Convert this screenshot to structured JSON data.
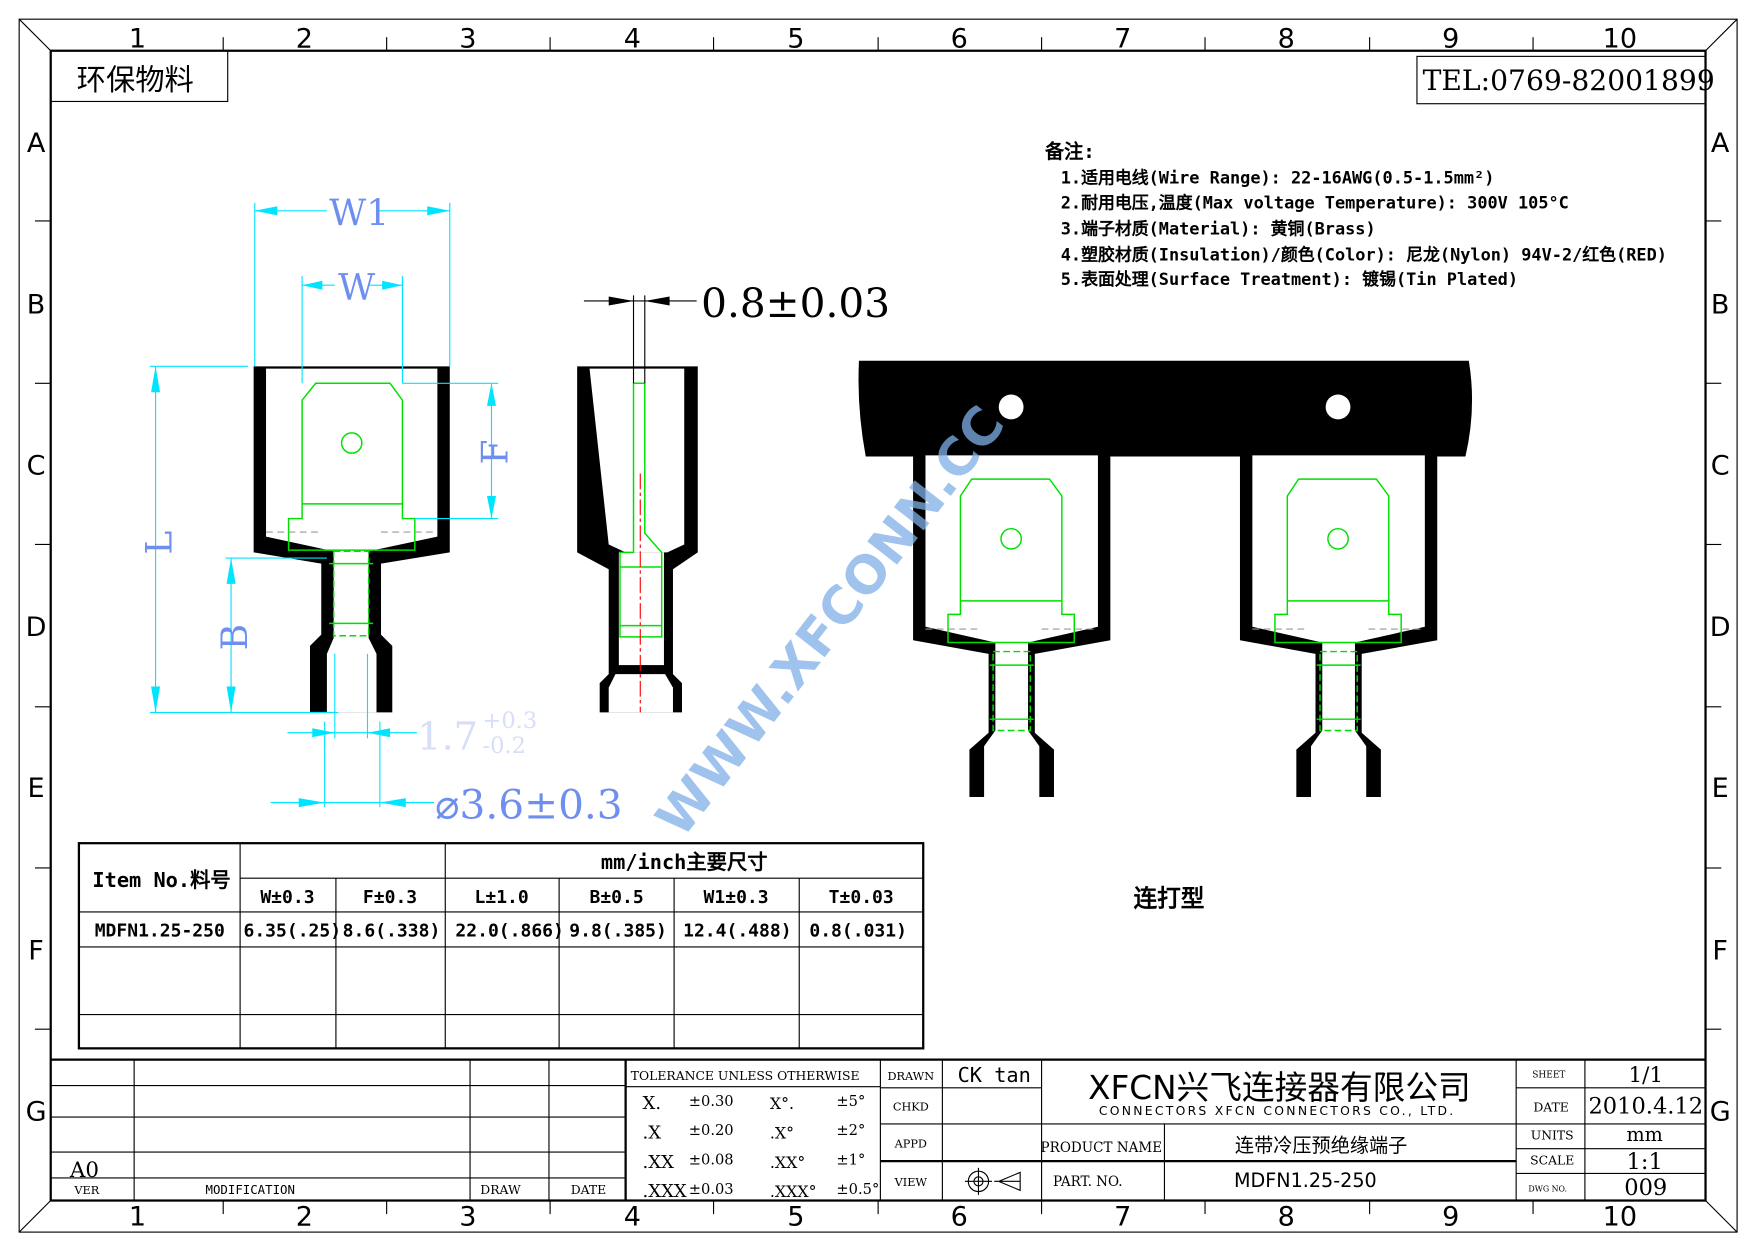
{
  "frame": {
    "columns": [
      "1",
      "2",
      "3",
      "4",
      "5",
      "6",
      "7",
      "8",
      "9",
      "10"
    ],
    "rows": [
      "A",
      "B",
      "C",
      "D",
      "E",
      "F",
      "G"
    ]
  },
  "eco_label": "环保物料",
  "tel": "TEL:0769-82001899",
  "notes": {
    "title": "备注:",
    "items": [
      "1.适用电线(Wire Range): 22-16AWG(0.5-1.5mm²)",
      "2.耐用电压,温度(Max voltage Temperature): 300V 105°C",
      "3.端子材质(Material): 黄铜(Brass)",
      "4.塑胶材质(Insulation)/颜色(Color): 尼龙(Nylon) 94V-2/红色(RED)",
      "5.表面处理(Surface Treatment): 镀锡(Tin Plated)"
    ]
  },
  "dimensions": {
    "w1": "W1",
    "w": "W",
    "f": "F",
    "l": "L",
    "b": "B",
    "thickness": "0.8±0.03",
    "hole": "1.7",
    "hole_tol_plus": "+0.3",
    "hole_tol_minus": "-0.2",
    "diameter": "⌀3.6±0.3"
  },
  "watermark": "WWW.XFCONN.CC",
  "strip_label": "连打型",
  "spec_table": {
    "item_header": "Item No.料号",
    "group_header": "mm/inch主要尺寸",
    "columns": [
      "W±0.3",
      "F±0.3",
      "L±1.0",
      "B±0.5",
      "W1±0.3",
      "T±0.03"
    ],
    "rows": [
      {
        "item": "MDFN1.25-250",
        "values": [
          "6.35(.25)",
          "8.6(.338)",
          "22.0(.866)",
          "9.8(.385)",
          "12.4(.488)",
          "0.8(.031)"
        ]
      }
    ]
  },
  "title_block": {
    "revision": {
      "ver_value": "A0",
      "ver": "VER",
      "modification": "MODIFICATION",
      "draw": "DRAW",
      "date": "DATE"
    },
    "tolerance": {
      "title": "TOLERANCE UNLESS OTHERWISE",
      "rows": [
        [
          "X.",
          "±0.30",
          "X°.",
          "±5°"
        ],
        [
          ".X",
          "±0.20",
          ".X°",
          "±2°"
        ],
        [
          ".XX",
          "±0.08",
          ".XX°",
          "±1°"
        ],
        [
          ".XXX",
          "±0.03",
          ".XXX°",
          "±0.5°"
        ]
      ]
    },
    "drawn_label": "DRAWN",
    "drawn_value": "CK tan",
    "chkd_label": "CHKD",
    "appd_label": "APPD",
    "view_label": "VIEW",
    "company_cn": "XFCN兴飞连接器有限公司",
    "company_en": "CONNECTORS XFCN CONNECTORS CO., LTD.",
    "product_name_label": "PRODUCT NAME",
    "product_name": "连带冷压预绝缘端子",
    "part_no_label": "PART. NO.",
    "part_no": "MDFN1.25-250",
    "sheet_label": "SHEET",
    "sheet": "1/1",
    "date_label": "DATE",
    "date": "2010.4.12",
    "units_label": "UNITS",
    "units": "mm",
    "scale_label": "SCALE",
    "scale": "1:1",
    "dwg_label": "DWG NO.",
    "dwg": "009"
  },
  "colors": {
    "dimension": "#00e5ff",
    "dimension_text": "#6f8ff0",
    "terminal": "#00e000",
    "centerline": "#ff0000",
    "watermark": "#7fb0e8"
  }
}
